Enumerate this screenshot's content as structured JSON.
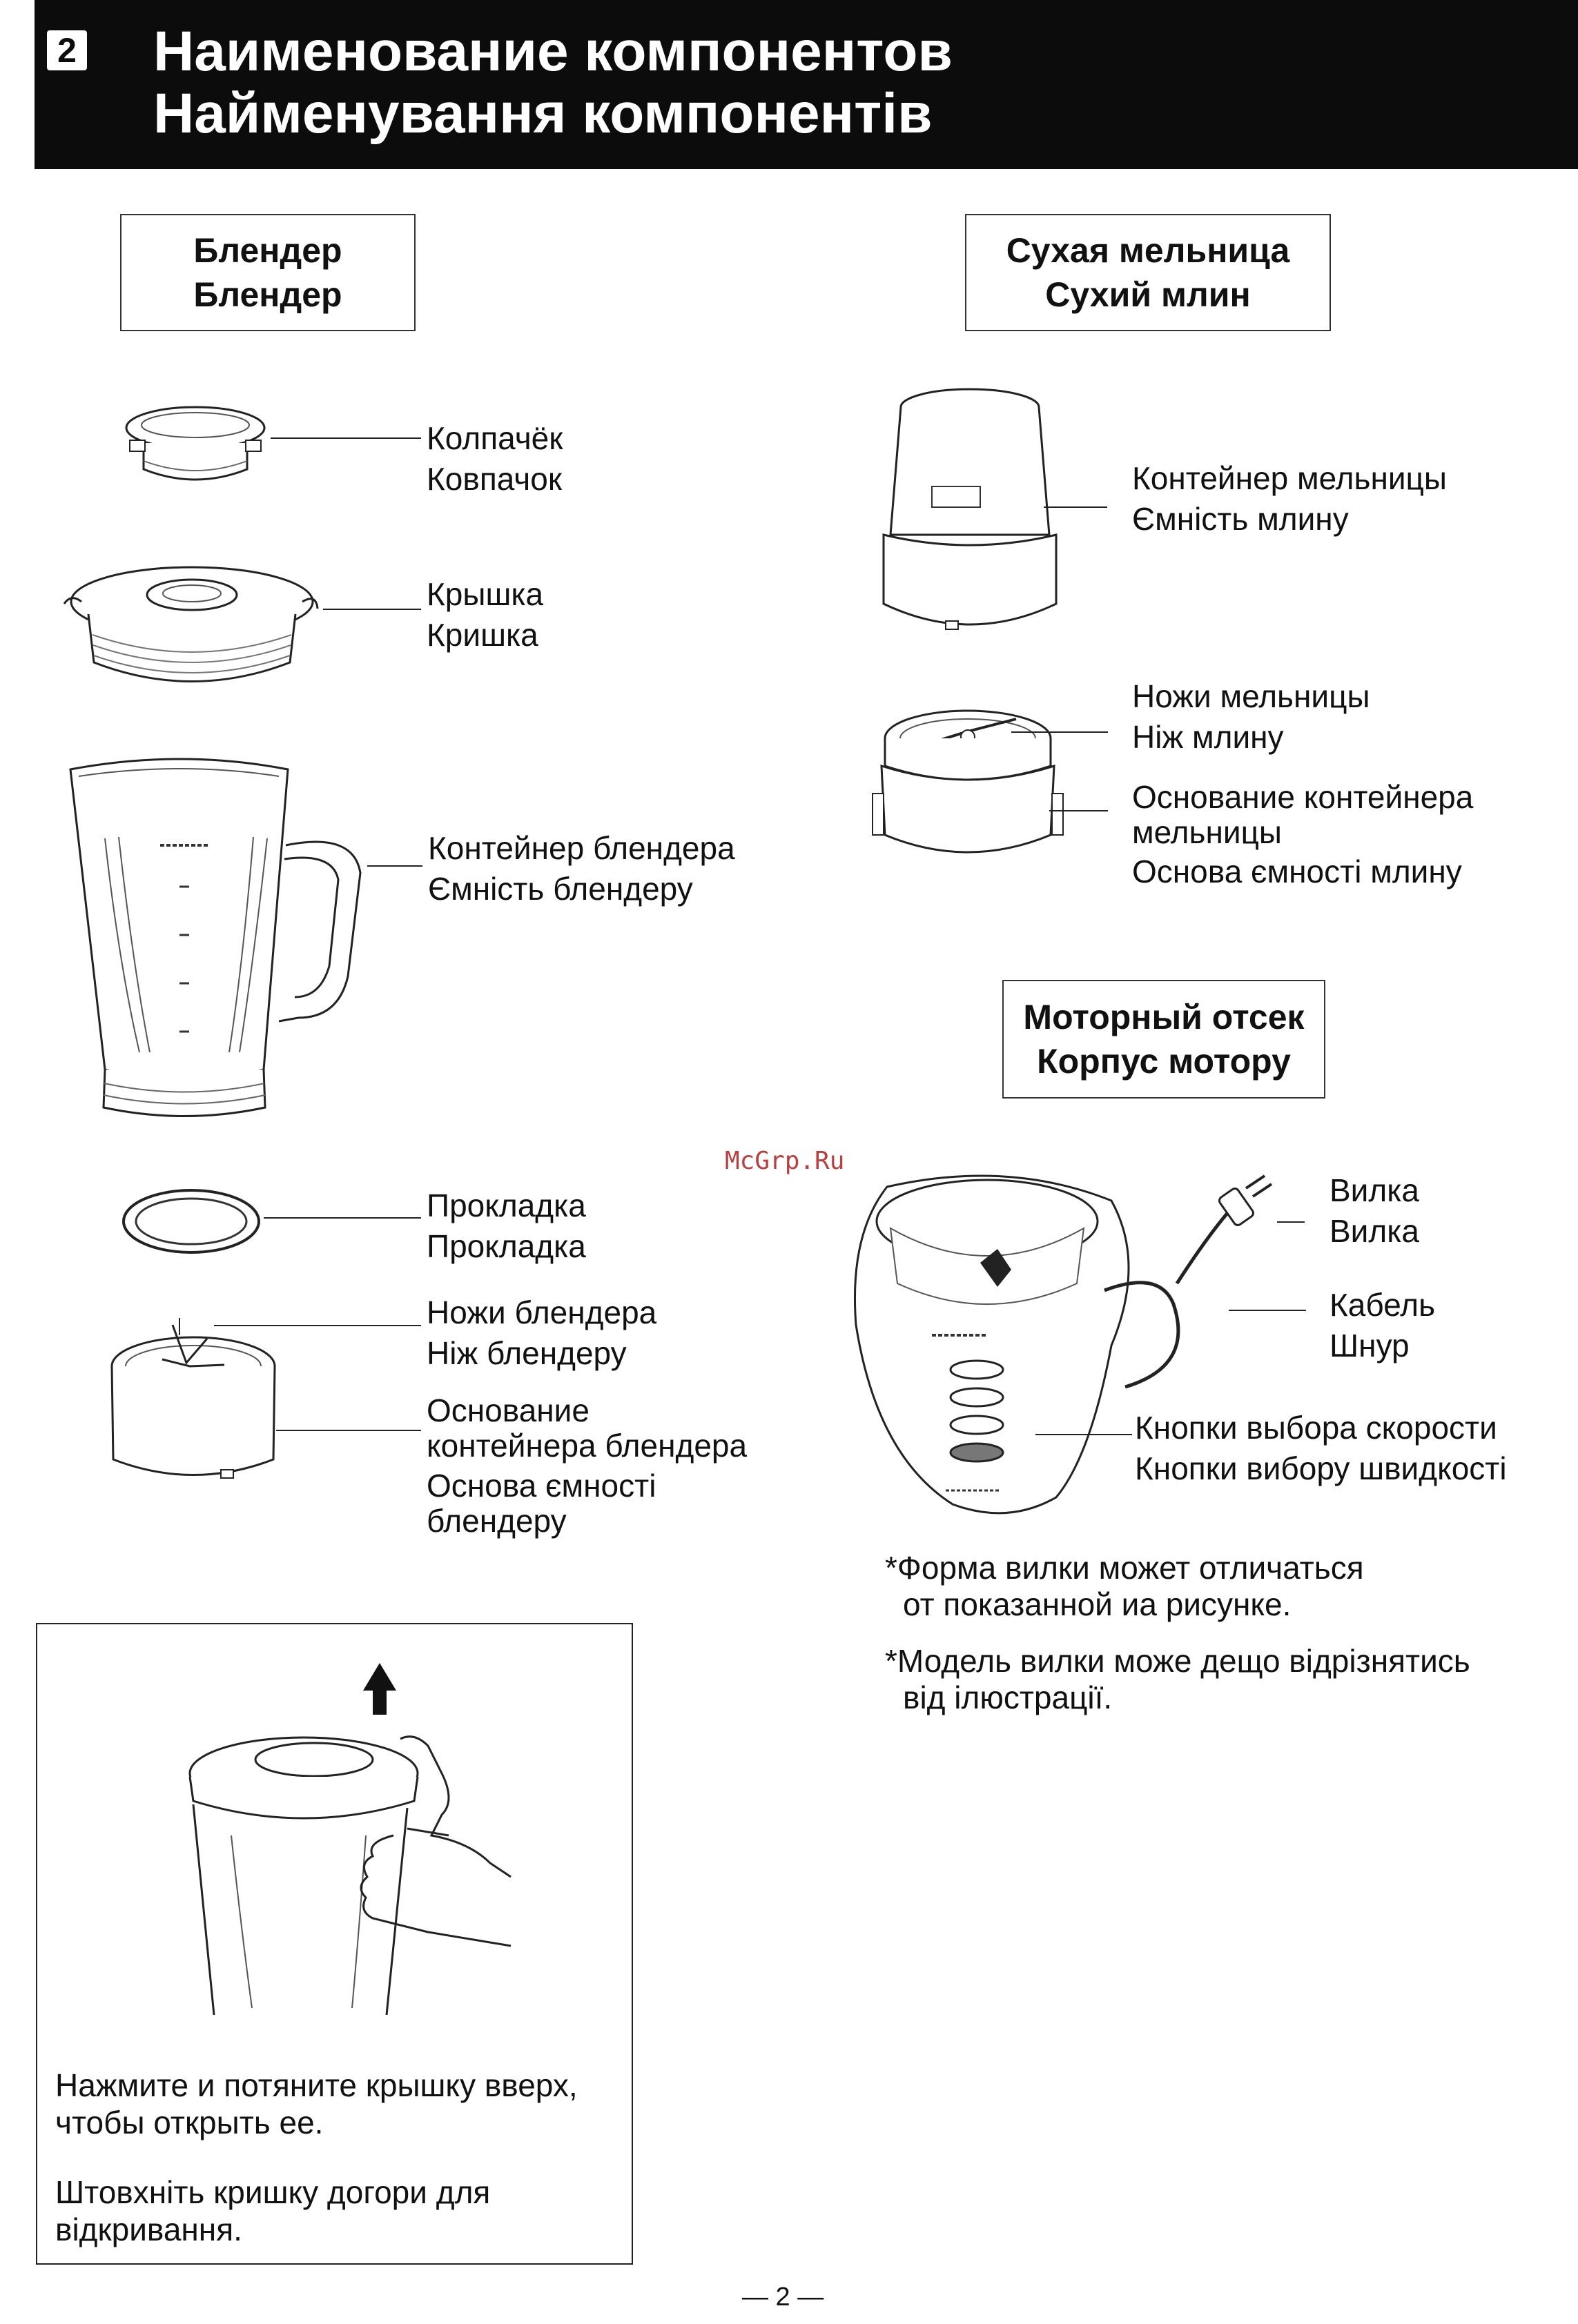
{
  "header": {
    "number": "2",
    "title_ru": "Наименование компонентов",
    "title_uk": "Найменування компонентів"
  },
  "sections": {
    "blender": {
      "ru": "Блендер",
      "uk": "Блендер"
    },
    "mill": {
      "ru": "Сухая мельница",
      "uk": "Сухий млин"
    },
    "motor": {
      "ru": "Моторный отсек",
      "uk": "Корпус мотору"
    }
  },
  "blender_parts": {
    "cap": {
      "ru": "Колпачёк",
      "uk": "Ковпачок"
    },
    "lid": {
      "ru": "Крышка",
      "uk": "Кришка"
    },
    "container": {
      "ru": "Контейнер блендера",
      "uk": "Ємність блендеру"
    },
    "gasket": {
      "ru": "Прокладка",
      "uk": "Прокладка"
    },
    "blades": {
      "ru": "Ножи блендера",
      "uk": "Ніж блендеру"
    },
    "base": {
      "ru_1": "Основание",
      "ru_2": "контейнера блендера",
      "uk_1": "Основа ємності",
      "uk_2": "блендеру"
    }
  },
  "mill_parts": {
    "container": {
      "ru": "Контейнер мельницы",
      "uk": "Ємність млину"
    },
    "blades": {
      "ru": "Ножи мельницы",
      "uk": "Ніж млину"
    },
    "base": {
      "ru_1": "Основание контейнера",
      "ru_2": "мельницы",
      "uk": "Основа ємності млину"
    }
  },
  "motor_parts": {
    "plug": {
      "ru": "Вилка",
      "uk": "Вилка"
    },
    "cord": {
      "ru": "Кабель",
      "uk": "Шнур"
    },
    "buttons": {
      "ru": "Кнопки выбора скорости",
      "uk": "Кнопки вибору швидкості"
    }
  },
  "notes": {
    "ru_1": "*Форма вилки может отличаться",
    "ru_2": "от показанной иа рисунке.",
    "uk_1": "*Модель вилки може дещо відрізнятись",
    "uk_2": "від ілюстрації."
  },
  "instruction": {
    "ru_1": "Нажмите и потяните крышку вверх,",
    "ru_2": "чтобы открыть ее.",
    "uk_1": "Штовхніть кришку догори для",
    "uk_2": "відкривання."
  },
  "watermark": "McGrp.Ru",
  "page_number": "— 2 —"
}
